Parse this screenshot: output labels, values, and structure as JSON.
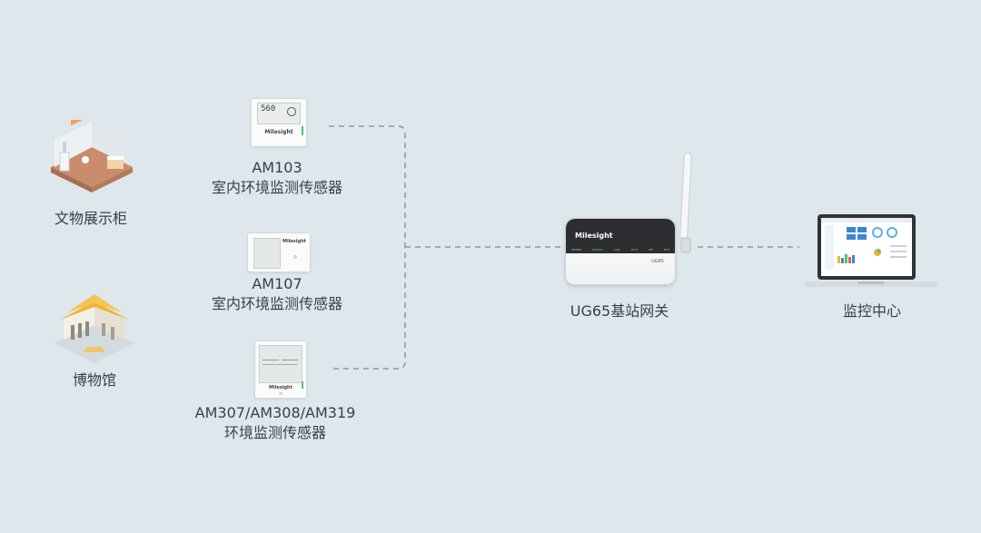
{
  "locations": {
    "exhibit": {
      "label": "文物展示柜"
    },
    "museum": {
      "label": "博物馆"
    }
  },
  "sensors": [
    {
      "model": "AM103",
      "desc": "室内环境监测传感器",
      "screen_value": "560",
      "brand": "Milesight"
    },
    {
      "model": "AM107",
      "desc": "室内环境监测传感器",
      "brand": "Milesight"
    },
    {
      "model": "AM307/AM308/AM319",
      "desc": "环境监测传感器",
      "brand": "Milesight"
    }
  ],
  "gateway": {
    "label": "UG65基站网关",
    "brand": "Milesight",
    "model_mark": "UG65",
    "indicators": [
      "POWER",
      "STATUS",
      "LoRa",
      "Wi-Fi",
      "LTE",
      "ETH"
    ]
  },
  "monitor": {
    "label": "监控中心"
  },
  "colors": {
    "background": "#dde7ec",
    "dashed_line": "#8a9aa6",
    "led_green": "#4cc46a",
    "accent_blue": "#3b86d6",
    "museum_roof": "#f2b233"
  }
}
